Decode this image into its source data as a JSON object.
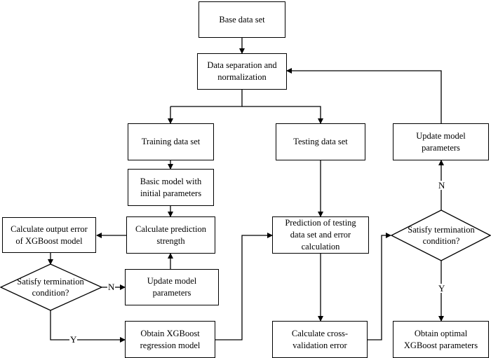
{
  "nodes": {
    "base": "Base data set",
    "separation": "Data separation and normalization",
    "training": "Training data set",
    "testing": "Testing data set",
    "update_right": "Update model parameters",
    "basic_model": "Basic model with initial parameters",
    "calc_strength": "Calculate prediction strength",
    "calc_error": "Calculate output error of XGBoost model",
    "predict_test": "Prediction of testing data set and error calculation",
    "satisfy_left": "Satisfy termination condition?",
    "update_left": "Update model parameters",
    "satisfy_right": "Satisfy termination condition?",
    "obtain_regression": "Obtain XGBoost regression model",
    "cross_validation": "Calculate cross-validation error",
    "optimal": "Obtain optimal XGBoost parameters"
  },
  "edge_labels": {
    "left_no": "N",
    "left_yes": "Y",
    "right_no": "N",
    "right_yes": "Y"
  }
}
